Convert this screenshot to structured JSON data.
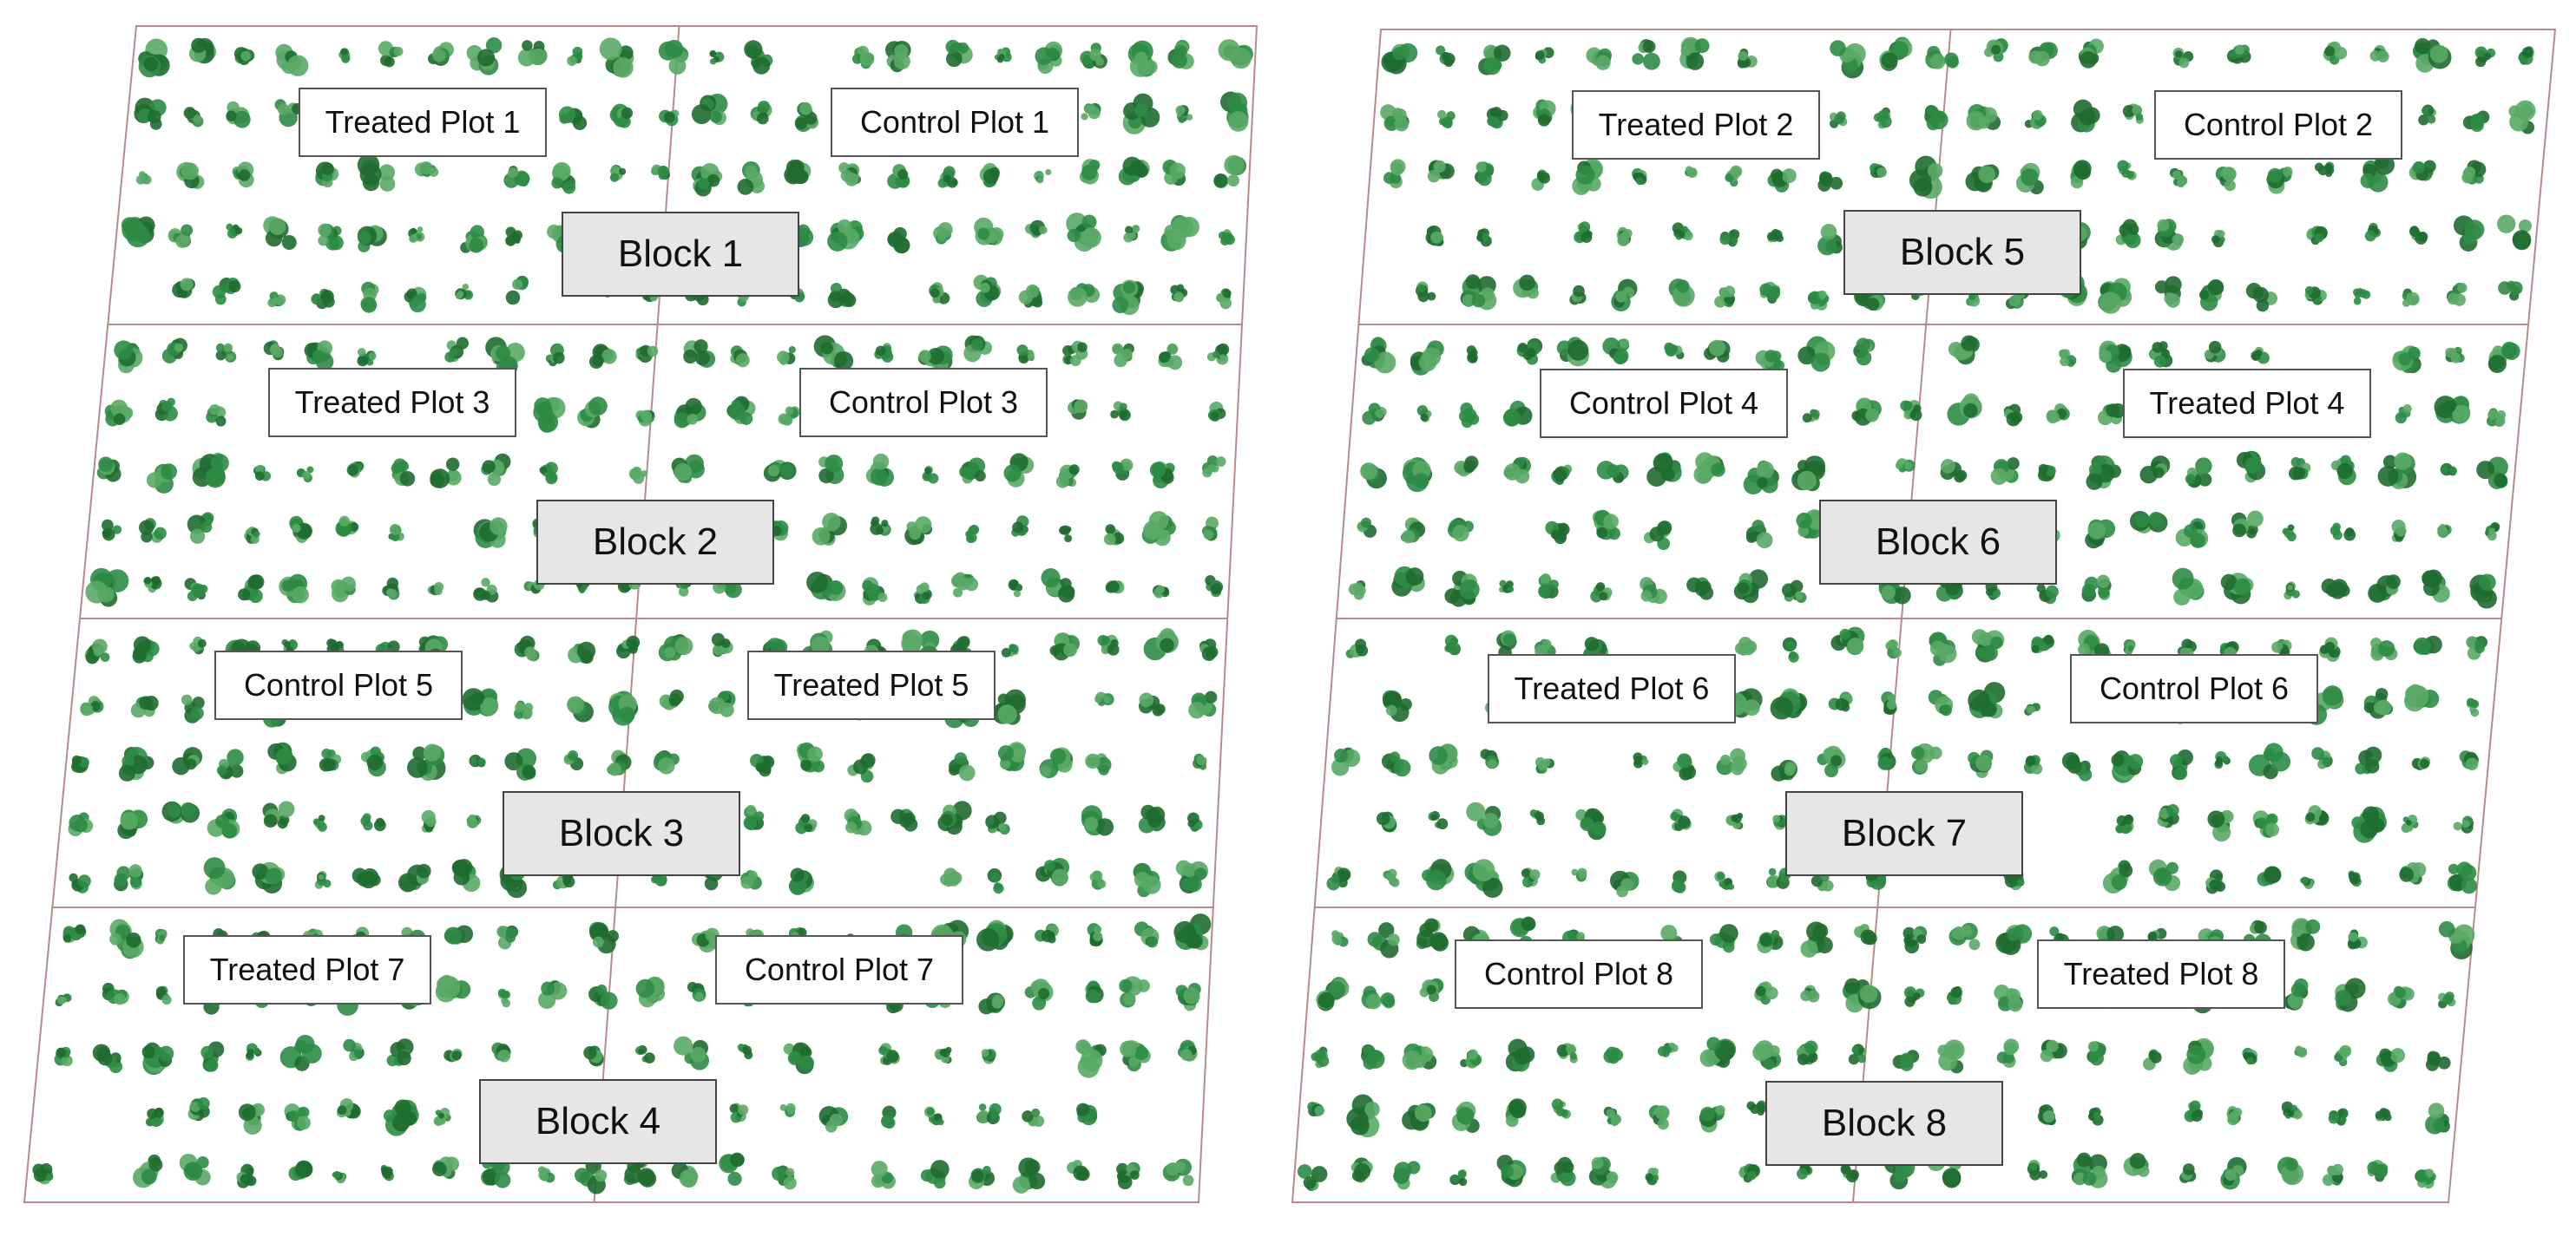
{
  "colors": {
    "background": "#ffffff",
    "boundary_line": "#b88a8a",
    "plant_dark": "#1f6b30",
    "plant_mid": "#2e8b45",
    "plant_light": "#5aa866",
    "label_bg": "#ffffff",
    "block_label_bg": "#e6e6e6"
  },
  "panels": [
    {
      "name": "left-field",
      "blocks": [
        {
          "label": "Block 1",
          "plots": [
            "Treated Plot 1",
            "Control Plot 1"
          ]
        },
        {
          "label": "Block 2",
          "plots": [
            "Treated Plot 3",
            "Control Plot 3"
          ]
        },
        {
          "label": "Block 3",
          "plots": [
            "Control Plot 5",
            "Treated Plot 5"
          ]
        },
        {
          "label": "Block 4",
          "plots": [
            "Treated Plot 7",
            "Control Plot 7"
          ]
        }
      ]
    },
    {
      "name": "right-field",
      "blocks": [
        {
          "label": "Block 5",
          "plots": [
            "Treated Plot 2",
            "Control Plot 2"
          ]
        },
        {
          "label": "Block 6",
          "plots": [
            "Control Plot 4",
            "Treated Plot 4"
          ]
        },
        {
          "label": "Block 7",
          "plots": [
            "Treated Plot 6",
            "Control Plot 6"
          ]
        },
        {
          "label": "Block 8",
          "plots": [
            "Control Plot 8",
            "Treated Plot 8"
          ]
        }
      ]
    }
  ]
}
